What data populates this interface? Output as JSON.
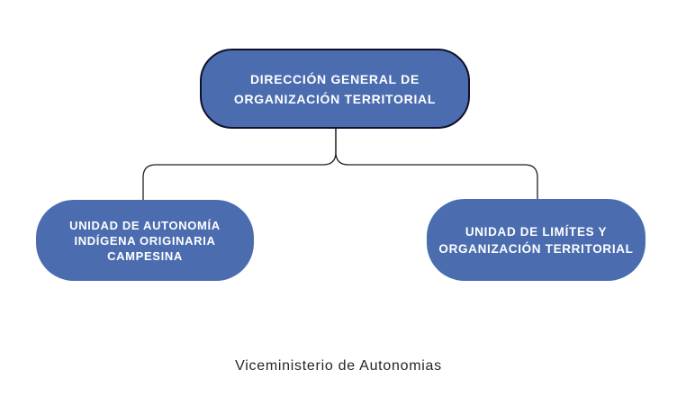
{
  "diagram": {
    "root": {
      "label": "DIRECCIÓN GENERAL DE ORGANIZACIÓN TERRITORIAL",
      "lines": [
        "DIRECCIÓN GENERAL DE",
        "ORGANIZACIÓN TERRITORIAL"
      ]
    },
    "children": [
      {
        "label": "UNIDAD DE AUTONOMÍA INDÍGENA ORIGINARIA CAMPESINA",
        "lines": [
          "UNIDAD DE AUTONOMÍA",
          "INDÍGENA ORIGINARIA",
          "CAMPESINA"
        ]
      },
      {
        "label": "UNIDAD DE LIMÍTES Y ORGANIZACIÓN TERRITORIAL",
        "lines": [
          "UNIDAD DE LIMÍTES Y",
          "ORGANIZACIÓN TERRITORIAL"
        ]
      }
    ],
    "caption": "Viceministerio de Autonomias"
  },
  "colors": {
    "node_fill": "#4b6db0",
    "node_text": "#ffffff",
    "root_border": "#10102a",
    "connector": "#1f1f1f",
    "caption_text": "#262626",
    "background": "#ffffff"
  }
}
